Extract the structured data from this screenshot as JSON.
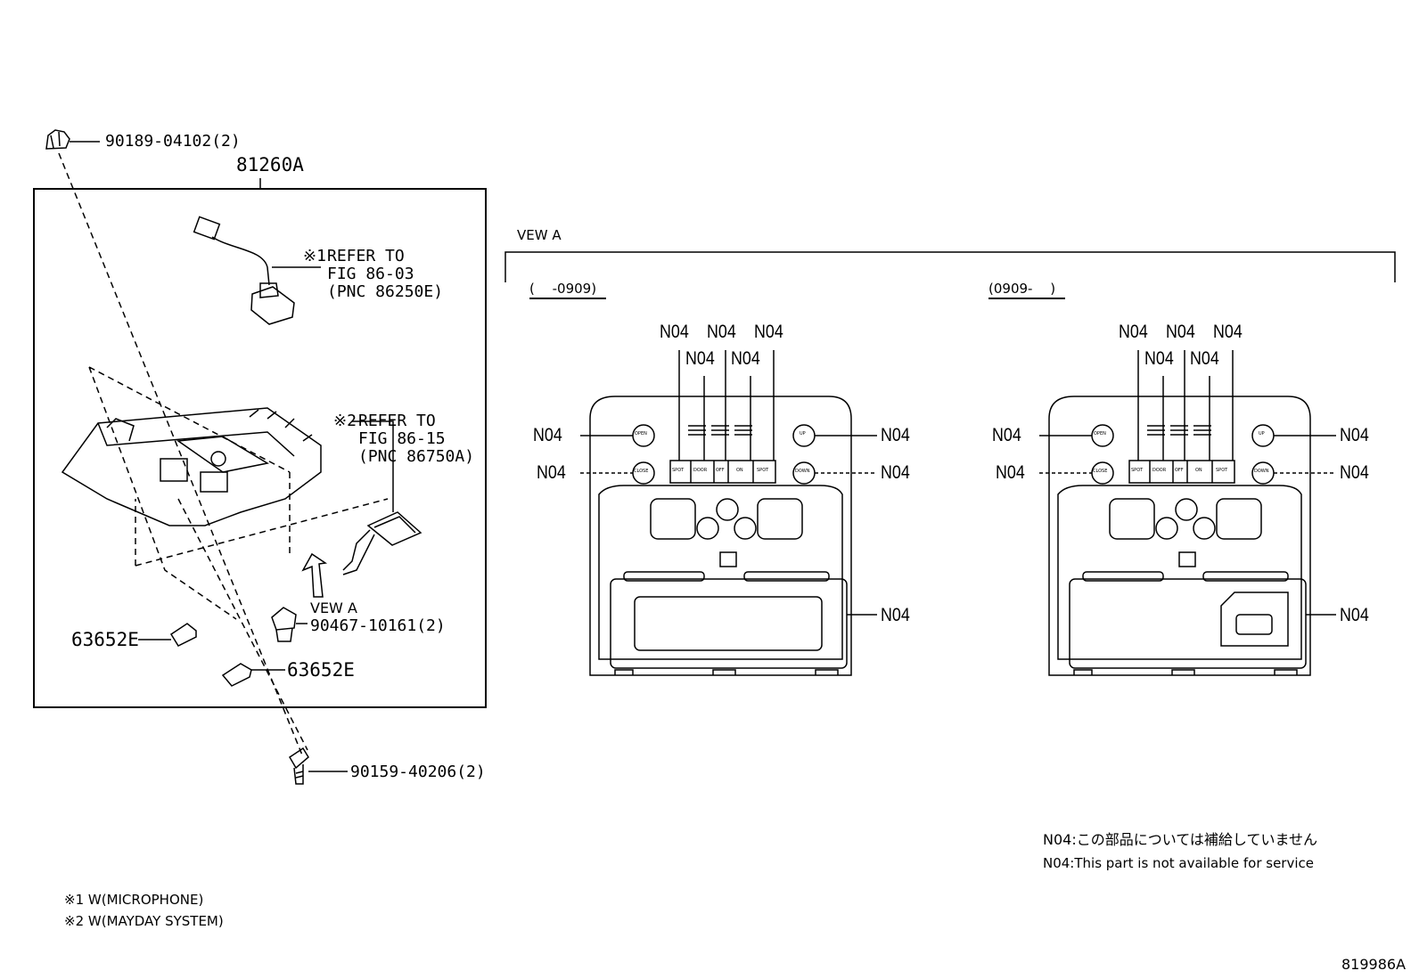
{
  "left": {
    "assembly_pn": "81260A",
    "clip_top": "90189-04102(2)",
    "refer1": {
      "mark": "※1",
      "line1": "REFER TO",
      "line2": "FIG 86-03",
      "line3": "(PNC 86250E)"
    },
    "refer2": {
      "mark": "※2",
      "line1": "REFER TO",
      "line2": "FIG 86-15",
      "line3": "(PNC 86750A)"
    },
    "view_arrow_label": "VEW A",
    "clip_mid": "90467-10161(2)",
    "part_left": "63652E",
    "part_right": "63652E",
    "screw": "90159-40206(2)"
  },
  "right": {
    "view_title": "VEW A",
    "panel_a": {
      "range": "(　 -0909)",
      "buttons": [
        "OPEN",
        "CLOSE",
        "SPOT",
        "DOOR",
        "OFF",
        "ON",
        "SPOT",
        "UP",
        "DOWN"
      ],
      "callouts": [
        "N04",
        "N04",
        "N04",
        "N04",
        "N04",
        "N04",
        "N04",
        "N04",
        "N04",
        "N04"
      ]
    },
    "panel_b": {
      "range": "(0909-　 )",
      "buttons": [
        "OPEN",
        "CLOSE",
        "SPOT",
        "DOOR",
        "OFF",
        "ON",
        "SPOT",
        "UP",
        "DOWN"
      ],
      "callouts": [
        "N04",
        "N04",
        "N04",
        "N04",
        "N04",
        "N04",
        "N04",
        "N04",
        "N04",
        "N04"
      ]
    }
  },
  "notes": {
    "jp": "N04:この部品については補給していません",
    "en": "N04:This part is not available for service"
  },
  "footnotes": [
    "※1 W(MICROPHONE)",
    "※2 W(MAYDAY SYSTEM)"
  ],
  "diagram_id": "819986A"
}
